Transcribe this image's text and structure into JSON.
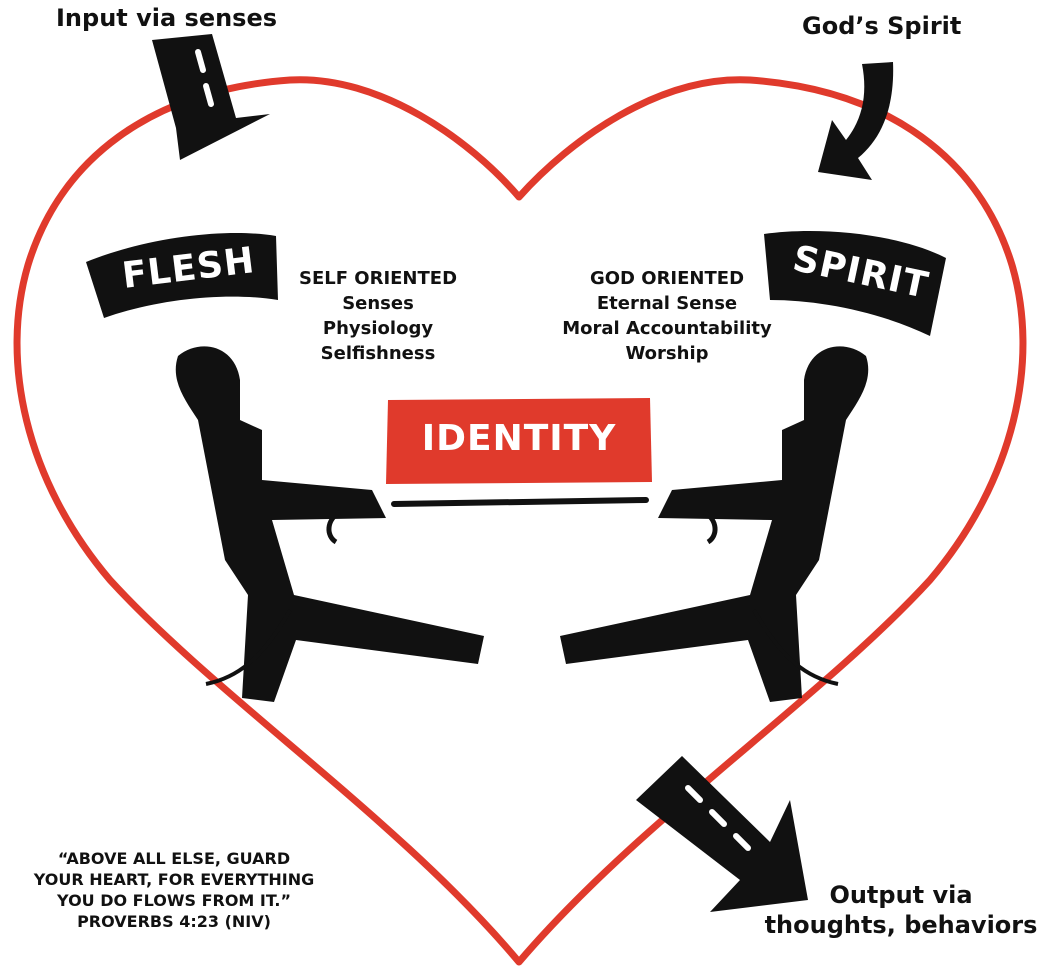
{
  "input_label": "Input via senses",
  "spirit_input_label": "God’s Spirit",
  "flesh_banner": "FLESH",
  "spirit_banner": "SPIRIT",
  "self_oriented": {
    "heading": "SELF ORIENTED",
    "items": [
      "Senses",
      "Physiology",
      "Selfishness"
    ]
  },
  "god_oriented": {
    "heading": "GOD ORIENTED",
    "items": [
      "Eternal Sense",
      "Moral Accountability",
      "Worship"
    ]
  },
  "identity_label": "IDENTITY",
  "output_label": [
    "Output via",
    "thoughts, behaviors"
  ],
  "quote": {
    "lines": [
      "“ABOVE ALL ELSE, GUARD",
      "YOUR HEART, FOR EVERYTHING",
      "YOU DO FLOWS FROM IT.”"
    ],
    "citation": "PROVERBS 4:23 (NIV)"
  },
  "colors": {
    "heart": "#e03a2c",
    "identity_bg": "#e03a2c",
    "ink": "#111111",
    "banner": "#111111"
  }
}
